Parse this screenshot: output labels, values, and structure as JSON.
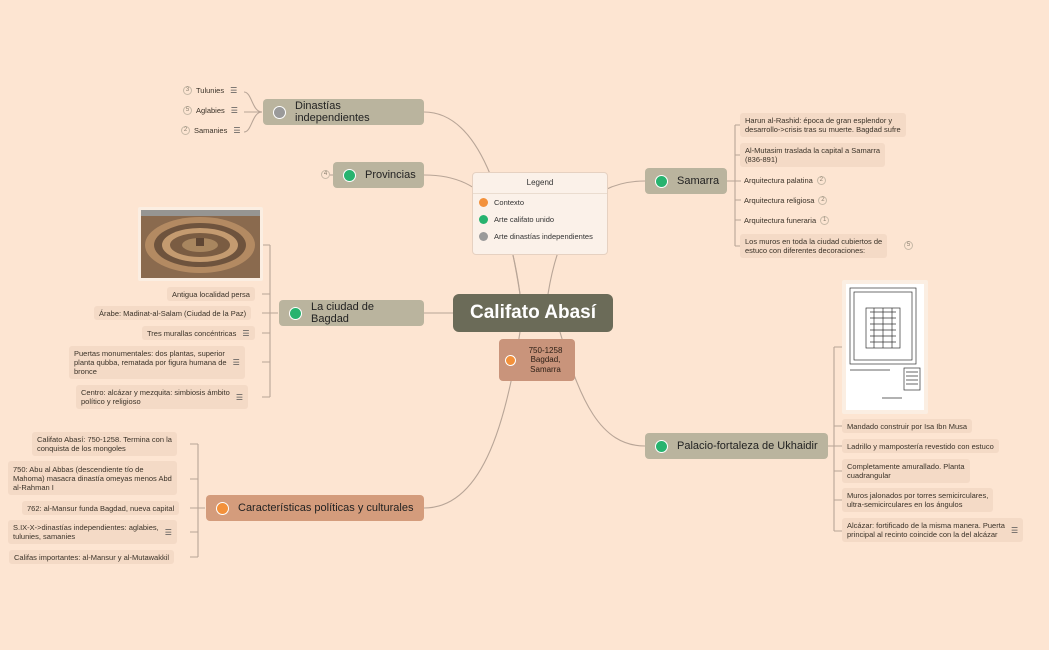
{
  "central": {
    "title": "Califato Abasí"
  },
  "subcentral": {
    "text": "750-1258\nBagdad,\nSamarra"
  },
  "legend": {
    "title": "Legend",
    "items": [
      {
        "label": "Contexto",
        "color": "#f3913b"
      },
      {
        "label": "Arte califato unido",
        "color": "#27b36f"
      },
      {
        "label": "Arte dinastías independientes",
        "color": "#9a9a9a"
      }
    ]
  },
  "dinastias": {
    "label": "Dinastías independientes",
    "color": "#9a9a9a",
    "children": [
      {
        "label": "Tulunies",
        "count": "3"
      },
      {
        "label": "Aglabies",
        "count": "5"
      },
      {
        "label": "Samanies",
        "count": "2"
      }
    ]
  },
  "provincias": {
    "label": "Provincias",
    "count": "4",
    "color": "#27b36f"
  },
  "bagdad": {
    "label": "La ciudad de Bagdad",
    "color": "#27b36f",
    "image_name": "round-city-image",
    "children": [
      "Antigua localidad persa",
      "Árabe: Madinat-al-Salam (Ciudad de la Paz)",
      "Tres murallas concéntricas",
      "Puertas monumentales: dos plantas, superior\nplanta qubba, rematada por figura humana de\nbronce",
      "Centro: alcázar y mezquita: simbiosis ámbito\npolítico y religioso"
    ]
  },
  "caracteristicas": {
    "label": "Características políticas y culturales",
    "color": "#f3913b",
    "children": [
      "Califato Abasí: 750-1258. Termina con la\nconquista de los mongoles",
      "750: Abu al Abbas (descendiente tío de\nMahoma) masacra dinastía omeyas menos Abd\nal-Rahman I",
      "762: al-Mansur funda Bagdad, nueva capital",
      "S.IX-X->dinastías independientes: aglabies,\ntulunies, samanies",
      "Califas importantes: al-Mansur y al-Mutawakkil"
    ]
  },
  "samarra": {
    "label": "Samarra",
    "color": "#27b36f",
    "children": [
      {
        "label": "Harun al-Rashid: época de gran esplendor y\ndesarrollo->crisis tras su muerte. Bagdad sufre",
        "count": ""
      },
      {
        "label": "Al-Mutasim traslada la capital a Samarra\n(836-891)",
        "count": ""
      },
      {
        "label": "Arquitectura palatina",
        "count": "2"
      },
      {
        "label": "Arquitectura religiosa",
        "count": "2"
      },
      {
        "label": "Arquitectura funeraria",
        "count": "1"
      },
      {
        "label": "Los muros en toda la ciudad cubiertos de\nestuco con diferentes decoraciones:",
        "count": "5"
      }
    ]
  },
  "ukhaidir": {
    "label": "Palacio-fortaleza de Ukhaidir",
    "color": "#27b36f",
    "image_name": "palace-plan-image",
    "children": [
      "Mandado construir por Isa Ibn Musa",
      "Ladrillo y mampostería revestido con estuco",
      "Completamente amurallado. Planta\ncuadrangular",
      "Muros jalonados por torres semicirculares,\nultra-semicirculares en los ángulos",
      "Alcázar: fortificado de la misma manera. Puerta\nprincipal al recinto coincide con la del alcázar"
    ]
  },
  "colors": {
    "background": "#fde5d2",
    "central": "#6b6b58",
    "olive_branch": "#bab49e",
    "tan_branch": "#d49c7c",
    "leaf": "#f4dac6",
    "line": "#b8a597"
  }
}
